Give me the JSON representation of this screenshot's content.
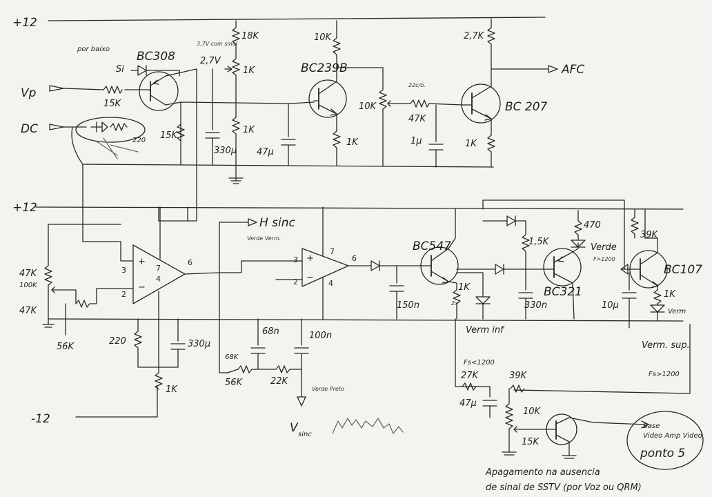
{
  "supply": {
    "pos_top": "+12",
    "pos_mid": "+12",
    "neg": "-12"
  },
  "inputs": {
    "vp": "Vp",
    "dc": "DC",
    "afc": "AFC",
    "hsinc": "H sinc",
    "vsinc": "V",
    "vsinc_sub": "sinc"
  },
  "transistors": {
    "q1": "BC308",
    "q2": "BC239B",
    "q3": "BC 207",
    "q4": "BC547",
    "q5": "BC321",
    "q6": "BC107"
  },
  "resistors": {
    "r_18k": "18K",
    "r_1k_a": "1K",
    "r_1k_b": "1K",
    "r_15k_in": "15K",
    "r_15k_b": "15K",
    "r_10k": "10K",
    "r_1k_c": "1K",
    "r_10k_pot": "10K",
    "r_22k": "22K",
    "r_47k": "47K",
    "r_27k": "2,7K",
    "r_1k_d": "1K",
    "r_220": "220",
    "r_47k_pot": "47K",
    "r_47k_pot_alt": "100K",
    "r_47k_low": "47K",
    "r_56k": "56K",
    "r_220_b": "220",
    "r_1k_e": "1K",
    "r_68k": "68K",
    "r_56k_b": "56K",
    "r_22k_b": "22K",
    "r_15k_c": "1,5K",
    "r_1k_f": "1K",
    "r_470": "470",
    "r_39k": "39K",
    "r_1k_g": "1K",
    "r_27k_b": "27K",
    "r_39k_b": "39K",
    "r_10k_b": "10K",
    "r_15k_d": "15K"
  },
  "capacitors": {
    "c_330u": "330µ",
    "c_47u": "47µ",
    "c_1u": "1µ",
    "c_330u_b": "330µ",
    "c_68n": "68n",
    "c_100n": "100n",
    "c_150n": "150n",
    "c_330n": "330n",
    "c_10u": "10µ",
    "c_47u_b": "47µ"
  },
  "opamp_pins": {
    "a_plus": "3",
    "a_minus": "2",
    "a_out": "6",
    "a_top": "7",
    "a_bot": "4",
    "b_plus": "3",
    "b_minus": "2",
    "b_out": "6",
    "b_top": "7",
    "b_bot": "4"
  },
  "notes": {
    "si": "Si",
    "por_baixo": "por baixo",
    "v_3_7": "3,7V com sinal",
    "v_2_7": "2,7V",
    "vcc_label": "22c/o.",
    "verde": "Verde",
    "verde_f": "F>1200",
    "verde_vm": "Verde Verm.",
    "verm": "Verm",
    "verm_inf": "Verm inf",
    "fs_inf": "Fs<1200",
    "verm_sup": "Verm. sup.",
    "fs_sup": "Fs>1200",
    "base": "Base",
    "video_amp": "Video Amp Video",
    "ponto": "ponto 5",
    "verde_preto": "Verde Preto",
    "apagamento": "Apagamento na ausencia",
    "apagamento_2": "de sinal de SSTV (por Voz ou QRM)",
    "rg_note": "2x"
  }
}
